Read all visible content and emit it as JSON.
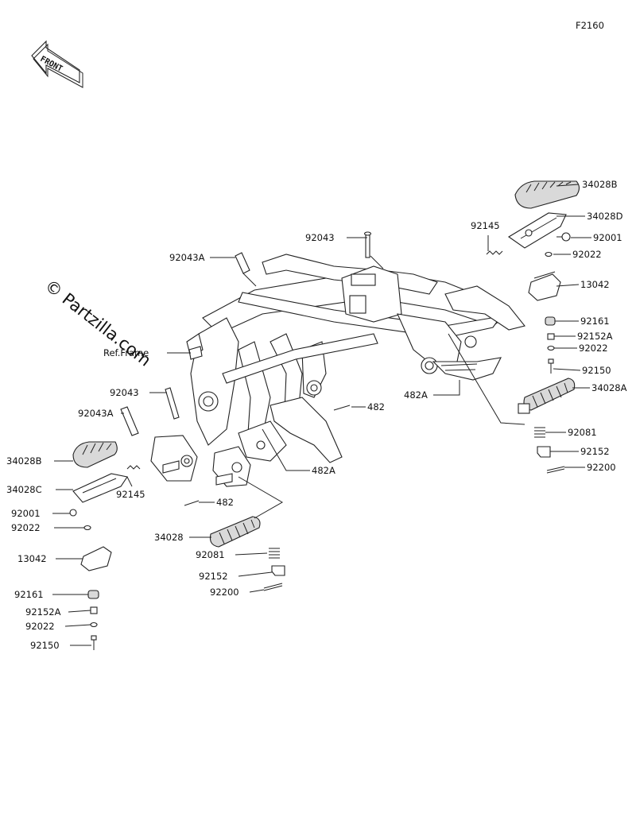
{
  "diagram_code": "F2160",
  "front_label": "FRONT",
  "watermark": "© Partzilla.com",
  "labels": {
    "l34028B_r": "34028B",
    "l34028D": "34028D",
    "l92001_r": "92001",
    "l92145_r": "92145",
    "l92022_r1": "92022",
    "l92043_t": "92043",
    "l92043A_t": "92043A",
    "l13042_r": "13042",
    "l92161_r": "92161",
    "l92152A_r": "92152A",
    "l92022_r2": "92022",
    "lRefFrame": "Ref.Frame",
    "l92150_r": "92150",
    "l482A_r": "482A",
    "l34028A": "34028A",
    "l92043_m": "92043",
    "l482_r": "482",
    "l92043A_m": "92043A",
    "l92081_r": "92081",
    "l92152_r": "92152",
    "l92200_r": "92200",
    "l34028B_l": "34028B",
    "l34028C": "34028C",
    "l92145_l": "92145",
    "l482A_m": "482A",
    "l482_m": "482",
    "l92001_l": "92001",
    "l92022_l1": "92022",
    "l34028": "34028",
    "l13042_l": "13042",
    "l92081_m": "92081",
    "l92152_m": "92152",
    "l92161_l": "92161",
    "l92200_m": "92200",
    "l92152A_l": "92152A",
    "l92022_l2": "92022",
    "l92150_l": "92150"
  }
}
